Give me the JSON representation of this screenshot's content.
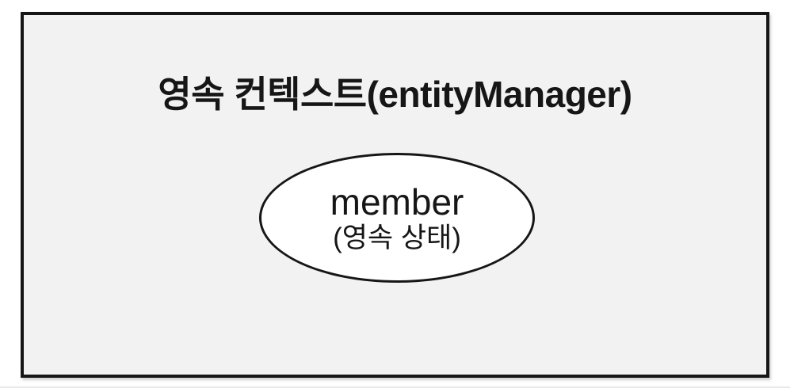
{
  "diagram": {
    "container": {
      "title": "영속 컨텍스트(entityManager)"
    },
    "entity": {
      "name": "member",
      "state": "(영속 상태)"
    },
    "colors": {
      "page_background": "#ffffff",
      "container_fill": "#f2f2f2",
      "container_border": "#161616",
      "ellipse_fill": "#ffffff",
      "ellipse_border": "#161616",
      "text": "#161616",
      "page_edge_line": "#e9e9e9"
    }
  }
}
